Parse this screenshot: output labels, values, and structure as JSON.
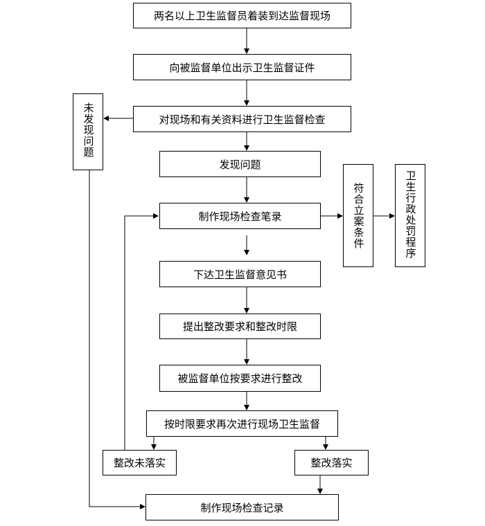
{
  "flow": {
    "step1": "两名以上卫生监督员着装到达监督现场",
    "step2": "向被监督单位出示卫生监督证件",
    "step3": "对现场和有关资料进行卫生监督检查",
    "no_problem": "未发现问题",
    "found_problem": "发现问题",
    "make_record": "制作现场检查笔录",
    "meets_case": "符合立案条件",
    "admin_penalty": "卫生行政处罚程序",
    "issue_opinion": "下达卫生监督意见书",
    "set_deadline": "提出整改要求和整改时限",
    "unit_rectify": "被监督单位按要求进行整改",
    "recheck": "按时限要求再次进行现场卫生监督",
    "not_done": "整改未落实",
    "done": "整改落实",
    "final_record": "制作现场检查记录"
  }
}
